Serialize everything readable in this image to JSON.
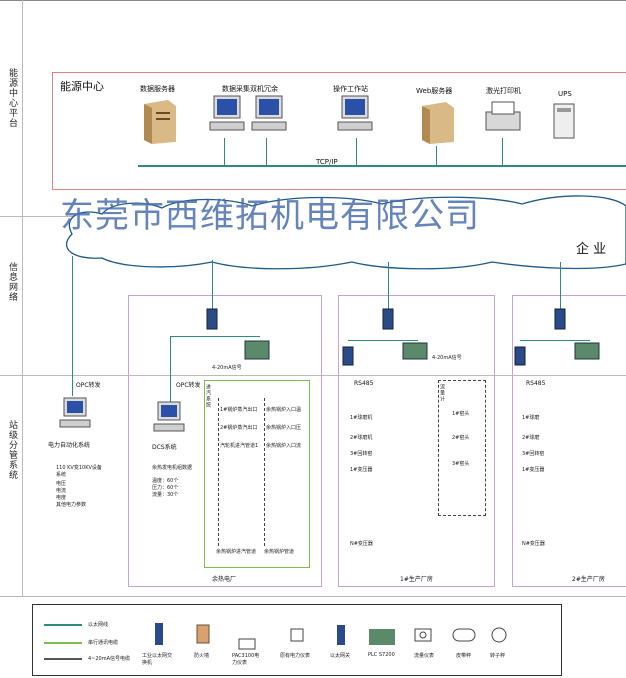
{
  "side_labels": {
    "energy_center_platform": "能源中心平台",
    "info_network": "信息网络",
    "station_mgmt": "站级分管系统"
  },
  "energy_center": {
    "title": "能源中心",
    "devices": [
      "数据服务器",
      "数据采集双机冗余",
      "操作工作站",
      "Web服务器",
      "激光打印机",
      "UPS"
    ],
    "bus_label": "TCP/IP"
  },
  "watermark": "东莞市西维拓机电有限公司",
  "cloud_label": "企 业",
  "stations": {
    "left": {
      "opc": "OPC转发",
      "system": "电力自动化系统",
      "details": [
        "110 KV变10KV设备",
        "系统",
        "电压",
        "电流",
        "电度",
        "其他电力参数"
      ]
    },
    "waste_heat": {
      "opc": "OPC转发",
      "system": "DCS系统",
      "signal": "4-20mA信号",
      "sub_title": "余热发电机组数据",
      "params": [
        "温度：60个",
        "压力：60个",
        "流量：30个"
      ],
      "col1": [
        "1#锅炉蒸汽出口",
        "2#锅炉蒸汽出口",
        "汽轮机进汽管道1"
      ],
      "col2": [
        "余热锅炉入口温",
        "余热锅炉入口压",
        "余热锅炉入口流"
      ],
      "bottom1": "余热锅炉进汽管道",
      "bottom2": "余热锅炉管道",
      "footer": "余热电厂",
      "side_tag": "进汽系统"
    },
    "plant2": {
      "rs485": "RS485",
      "signal": "4-20mA信号",
      "meters": [
        "1#球磨机",
        "2#球磨机",
        "3#回转窑",
        "1#变压器",
        "N#变压器"
      ],
      "flows": [
        "1#窑头",
        "2#窑头",
        "3#窑头"
      ],
      "footer": "1#生产厂房",
      "side_tag": "流量计"
    },
    "plant3": {
      "rs485": "RS485",
      "meters": [
        "1#球磨",
        "2#球磨",
        "3#回转窑",
        "1#变压器",
        "N#变压器"
      ],
      "footer": "2#生产厂房"
    }
  },
  "legend": {
    "lines": [
      "以太网线",
      "串行通讯电缆",
      "4~20mA信号电缆"
    ],
    "items": [
      "工业以太网交换机",
      "防火墙",
      "PAC3100电力仪表",
      "原有电力仪表",
      "以太网关",
      "PLC S7200",
      "流量仪表",
      "皮带秤",
      "转子秤"
    ]
  }
}
